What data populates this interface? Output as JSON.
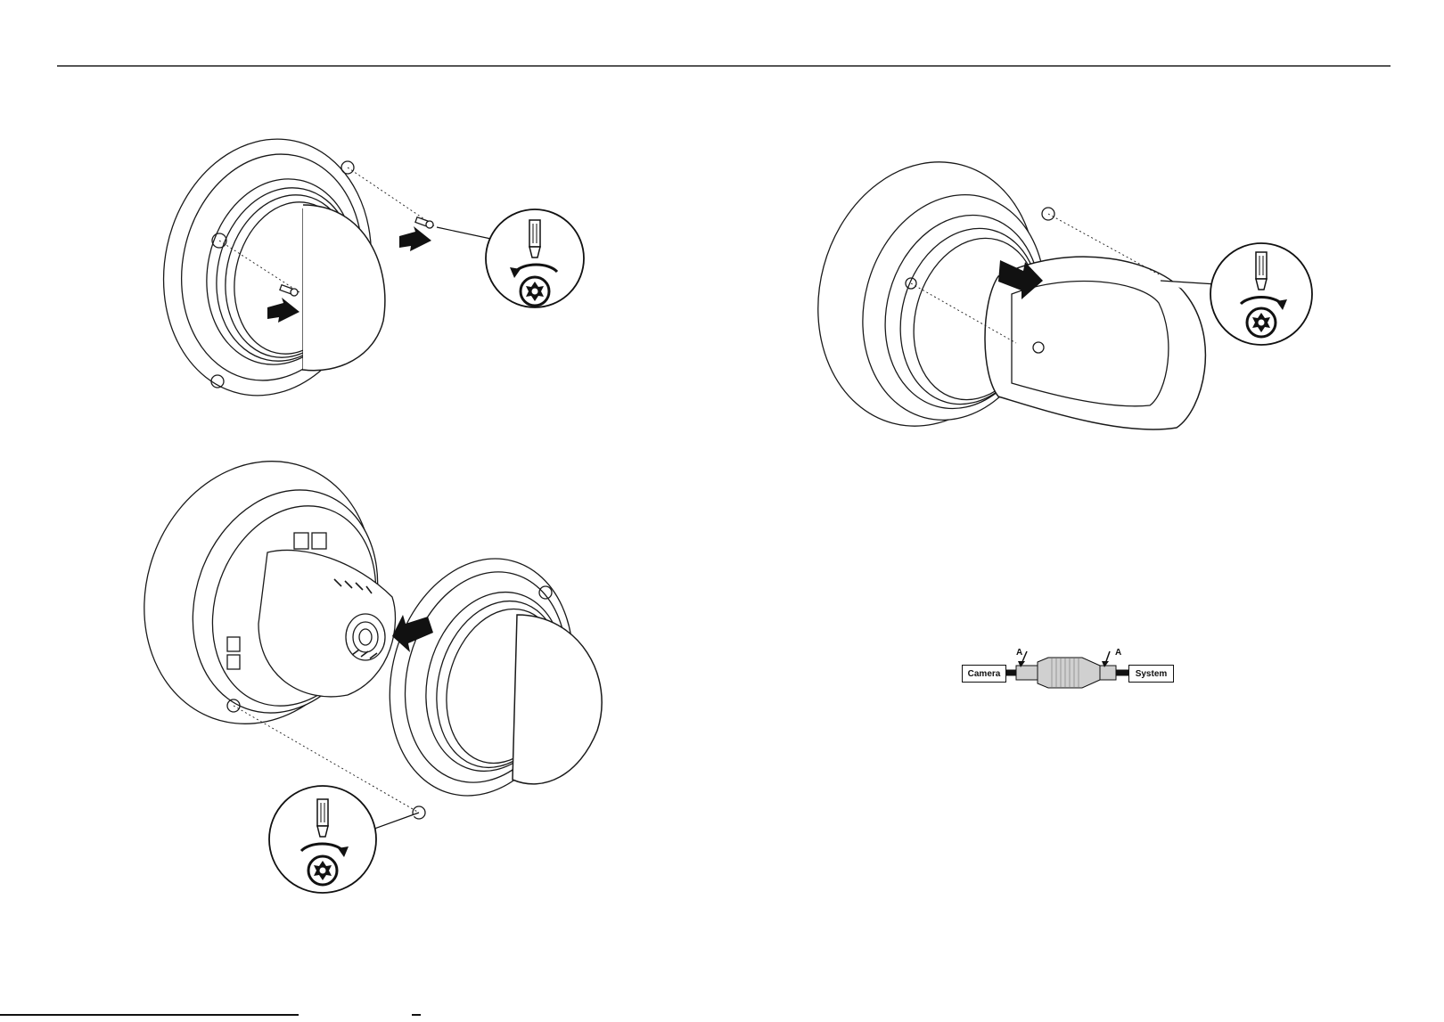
{
  "cable_diagram": {
    "camera_label": "Camera",
    "system_label": "System",
    "marker_left": "A",
    "marker_right": "A"
  },
  "colors": {
    "line": "#1a1a1a",
    "arrow": "#111111",
    "dome_fill": "#ffffff",
    "connector_fill": "#d0d0d0"
  },
  "icons": [
    "torx-screwdriver-icon",
    "rotate-counterclockwise-icon",
    "rotate-clockwise-icon",
    "push-arrow-icon"
  ]
}
